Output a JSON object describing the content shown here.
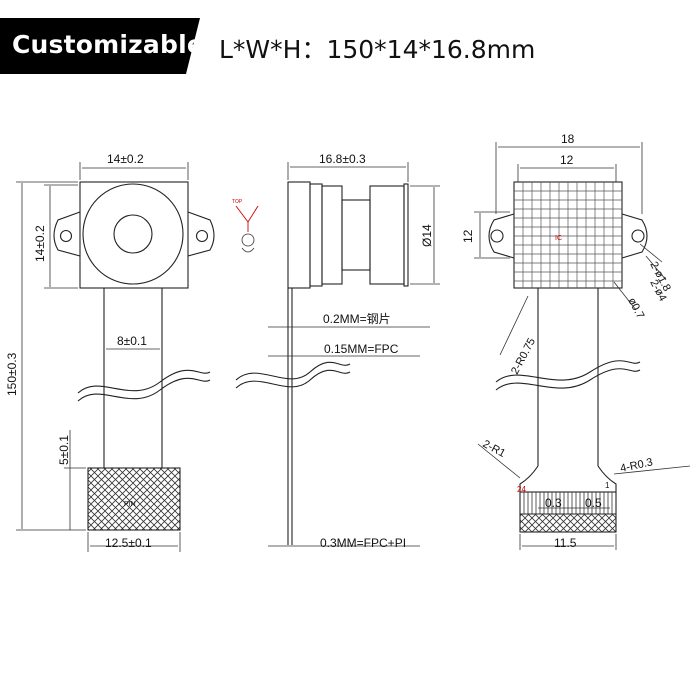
{
  "banner": {
    "tag": "Customizable",
    "dimensions_text": "L*W*H：150*14*16.8mm"
  },
  "front_view": {
    "width_top": "14±0.2",
    "height_head": "14±0.2",
    "total_length": "150±0.3",
    "cable_width": "8±0.1",
    "connector_height": "5±0.1",
    "connector_width": "12.5±0.1"
  },
  "side_view": {
    "lens_length": "16.8±0.3",
    "lens_diameter": "Ø14",
    "layer_1": "0.2MM=钢片",
    "layer_2": "0.15MM=FPC",
    "layer_3": "0.3MM=FPC+PI"
  },
  "back_view": {
    "outer_width": "18",
    "inner_width": "12",
    "height": "12",
    "hole_radius": "2-R0.75",
    "hole_dia": "2-ø1.8",
    "hole_dia2": "2-ø4",
    "pin_dia": "ø0.7",
    "corner_r": "2-R1",
    "corner_r2": "4-R0.3",
    "pitch_a": "0.3",
    "pitch_b": "0.5",
    "connector_width": "11.5",
    "pin_1": "1",
    "pin_24": "24"
  },
  "colors": {
    "banner_bg": "#000000",
    "accent": "#ff2020"
  }
}
